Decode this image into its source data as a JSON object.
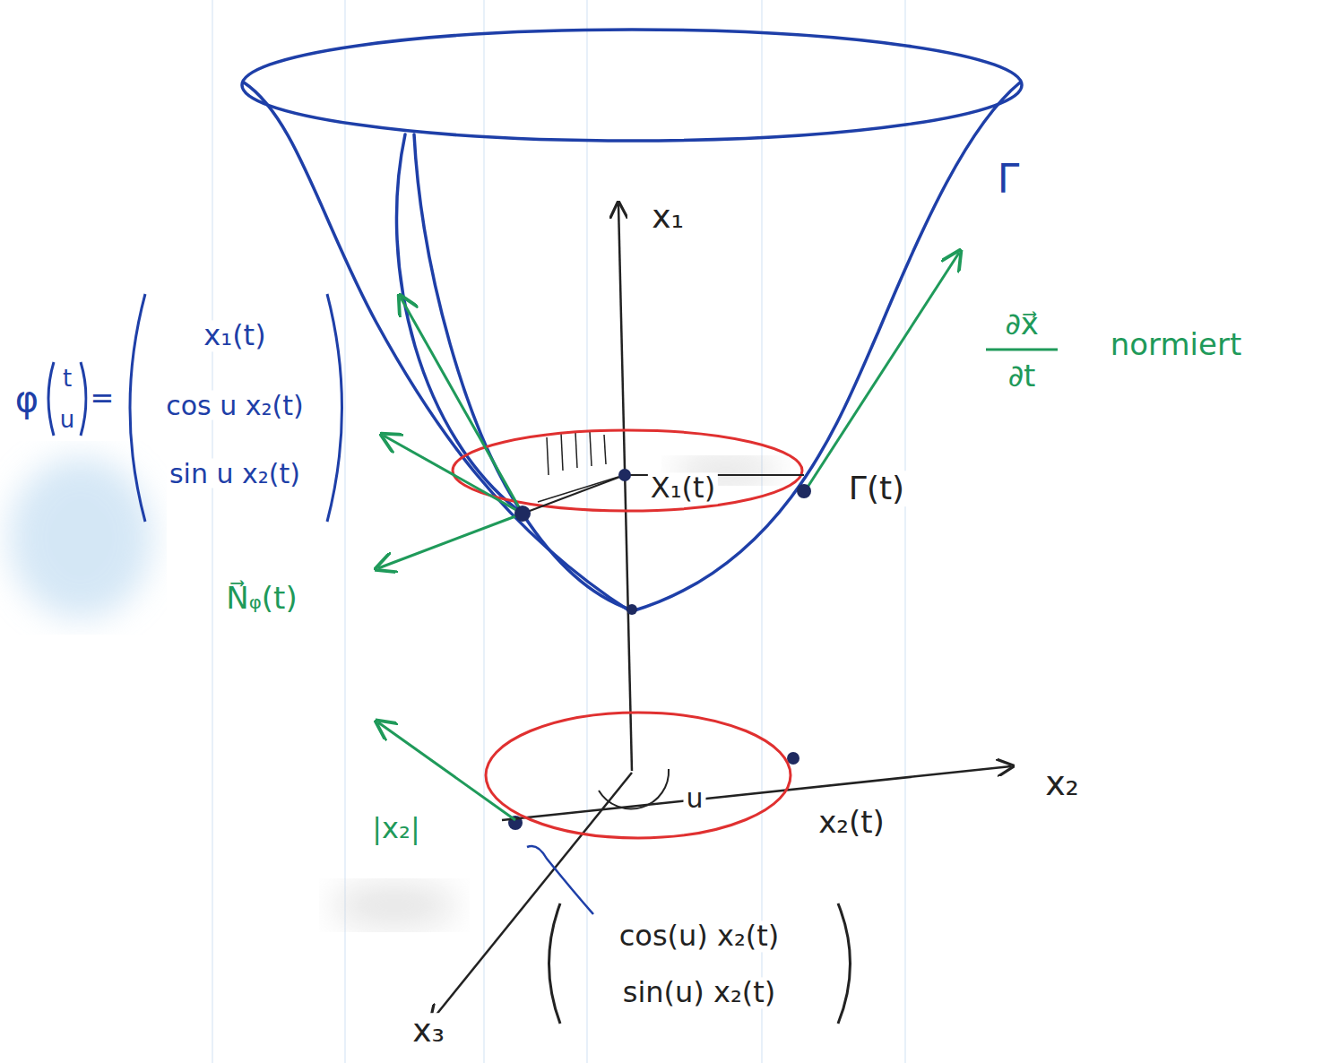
{
  "diagram": {
    "labels": [
      "x₁",
      "Γ",
      "∂x⃗",
      "∂t",
      "normiert",
      "φ",
      "t",
      "u",
      "=",
      "x₁(t)",
      "cos u x₂(t)",
      "sin u x₂(t)",
      "X₁(t)",
      "Γ(t)",
      "N⃗ᵩ(t)",
      "x₂",
      "u",
      "|x₂|",
      "x₂(t)",
      "x₃",
      "cos(u) x₂(t)",
      "sin(u) x₂(t)"
    ]
  }
}
